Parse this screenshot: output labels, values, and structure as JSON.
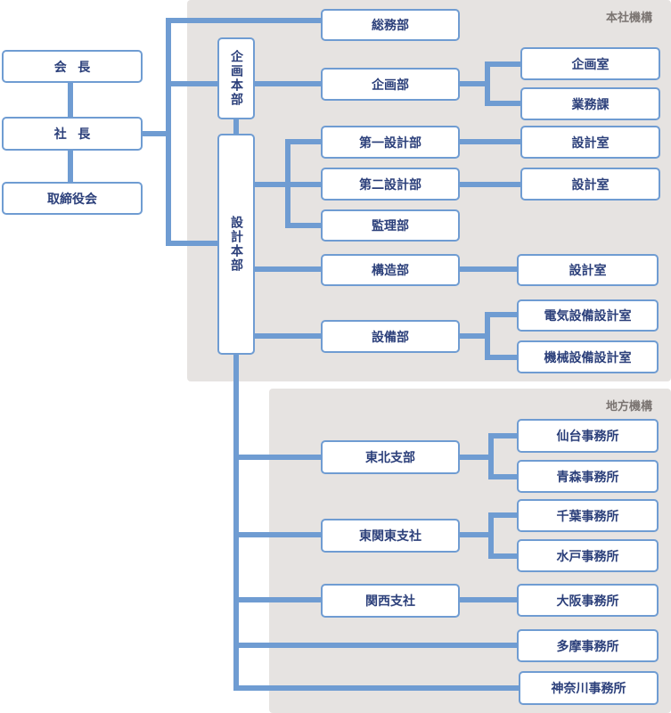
{
  "colors": {
    "line": "#6f9cd2",
    "box_border": "#6f9cd2",
    "text": "#2b3f7a",
    "region_bg": "#e6e3e1",
    "region_label": "#7a7471"
  },
  "regions": {
    "headquarters": "本社機構",
    "regional": "地方機構"
  },
  "executive": {
    "chairman": "会長",
    "president": "社長",
    "board": "取締役会"
  },
  "hq": {
    "planning_division": "企画本部",
    "design_division": "設計本部",
    "general_affairs": "総務部",
    "planning_dept": "企画部",
    "planning_office": "企画室",
    "business_section": "業務課",
    "design_dept_1": "第一設計部",
    "design_dept_1_office": "設計室",
    "design_dept_2": "第二設計部",
    "design_dept_2_office": "設計室",
    "supervision_dept": "監理部",
    "structure_dept": "構造部",
    "structure_office": "設計室",
    "equipment_dept": "設備部",
    "electrical_office": "電気設備設計室",
    "mechanical_office": "機械設備設計室"
  },
  "regional": {
    "tohoku_branch": "東北支部",
    "sendai_office": "仙台事務所",
    "aomori_office": "青森事務所",
    "kanto_branch": "東関東支社",
    "chiba_office": "千葉事務所",
    "mito_office": "水戸事務所",
    "kansai_branch": "関西支社",
    "osaka_office": "大阪事務所",
    "tama_office": "多摩事務所",
    "kanagawa_office": "神奈川事務所"
  }
}
